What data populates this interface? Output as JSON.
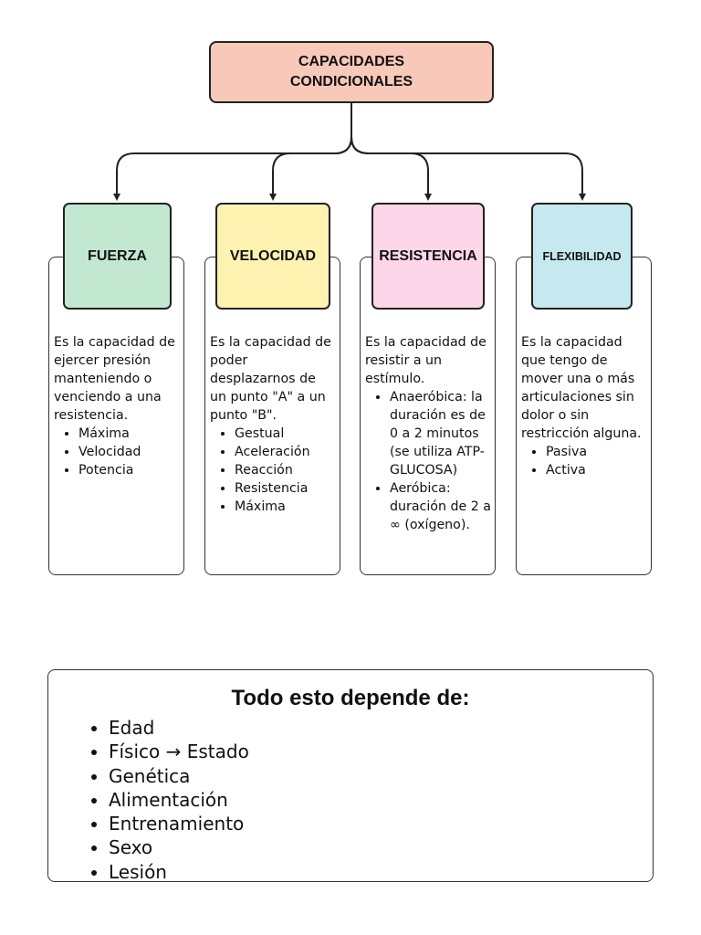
{
  "root": {
    "title": "CAPACIDADES CONDICIONALES",
    "color": "#f8c8b8"
  },
  "categories": [
    {
      "title": "FUERZA",
      "color": "#c2e8d2",
      "description": "Es la capacidad de ejercer presión manteniendo o venciendo a una resistencia.",
      "items": [
        "Máxima",
        "Velocidad",
        "Potencia"
      ]
    },
    {
      "title": "VELOCIDAD",
      "color": "#fdf2b0",
      "description": "Es la capacidad de poder desplazarnos de un punto \"A\" a un punto \"B\".",
      "items": [
        "Gestual",
        "Aceleración",
        "Reacción",
        "Resistencia",
        "Máxima"
      ]
    },
    {
      "title": "RESISTENCIA",
      "color": "#fdd6ea",
      "description": "Es la capacidad de resistir a un estímulo.",
      "items": [
        "Anaeróbica: la duración es de 0 a 2 minutos (se utiliza ATP-GLUCOSA)",
        "Aeróbica: duración de 2 a ∞ (oxígeno)."
      ]
    },
    {
      "title": "FLEXIBILIDAD",
      "color": "#c6e9f0",
      "description": "Es la capacidad que tengo de mover una o más articulaciones sin dolor o sin restricción alguna.",
      "items": [
        "Pasiva",
        "Activa"
      ]
    }
  ],
  "dependencies": {
    "title": "Todo esto depende de:",
    "items": [
      "Edad",
      "Físico → Estado",
      "Genética",
      "Alimentación",
      "Entrenamiento",
      "Sexo",
      "Lesión"
    ]
  }
}
